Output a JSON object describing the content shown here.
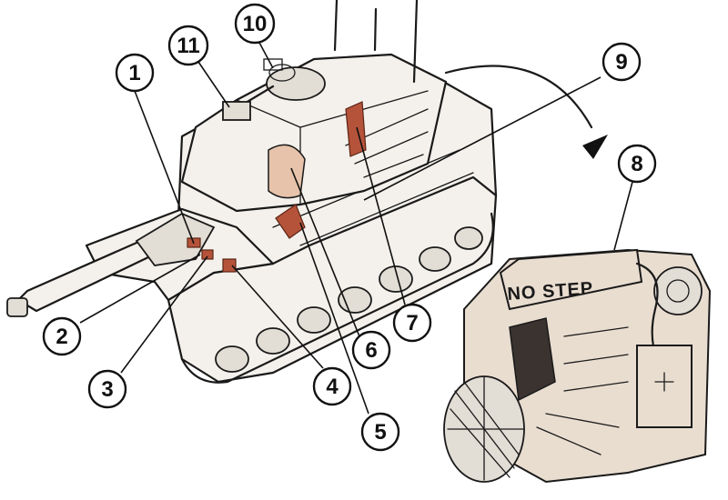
{
  "callouts": [
    {
      "id": "1",
      "label": "1"
    },
    {
      "id": "2",
      "label": "2"
    },
    {
      "id": "3",
      "label": "3"
    },
    {
      "id": "4",
      "label": "4"
    },
    {
      "id": "5",
      "label": "5"
    },
    {
      "id": "6",
      "label": "6"
    },
    {
      "id": "7",
      "label": "7"
    },
    {
      "id": "8",
      "label": "8"
    },
    {
      "id": "9",
      "label": "9"
    },
    {
      "id": "10",
      "label": "10"
    },
    {
      "id": "11",
      "label": "11"
    }
  ],
  "engine": {
    "stencil_text": "NO STEP"
  },
  "colors": {
    "ink": "#1a1a1a",
    "component_highlight": "#b5533a",
    "engine_body": "#e9ddd0",
    "hull_fill": "#f4f1ec"
  }
}
